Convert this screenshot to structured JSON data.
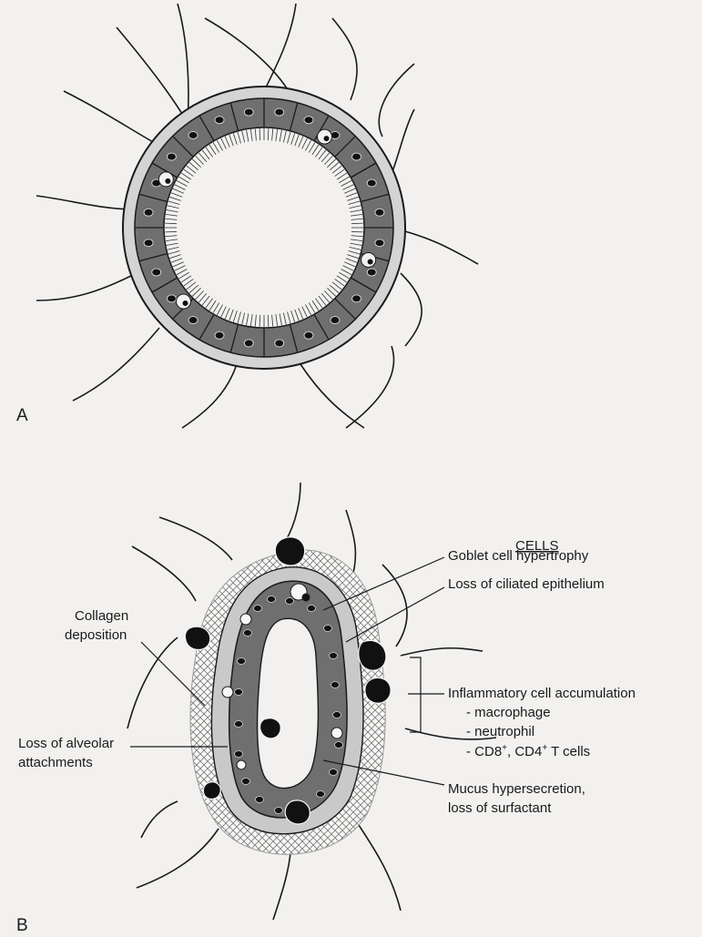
{
  "panel_a": {
    "label": "A"
  },
  "panel_b": {
    "label": "B"
  },
  "cells_heading": "CELLS",
  "labels": {
    "goblet": "Goblet cell hypertrophy",
    "ciliated": "Loss of ciliated epithelium",
    "collagen_1": "Collagen",
    "collagen_2": "deposition",
    "inflammatory": "Inflammatory cell accumulation",
    "macrophage": "- macrophage",
    "neutrophil": "- neutrophil",
    "tcells_pre": "- CD8",
    "tcells_mid": ", CD4",
    "tcells_post": " T cells",
    "tcells_sup": "+",
    "alveolar_1": "Loss of alveolar",
    "alveolar_2": "attachments",
    "mucus_1": "Mucus hypersecretion,",
    "mucus_2": "loss of surfactant"
  },
  "colors": {
    "background": "#f2f1ef",
    "cell_fill": "#6f6f6f",
    "nucleus": "#111111",
    "line": "#1a1a1a"
  }
}
